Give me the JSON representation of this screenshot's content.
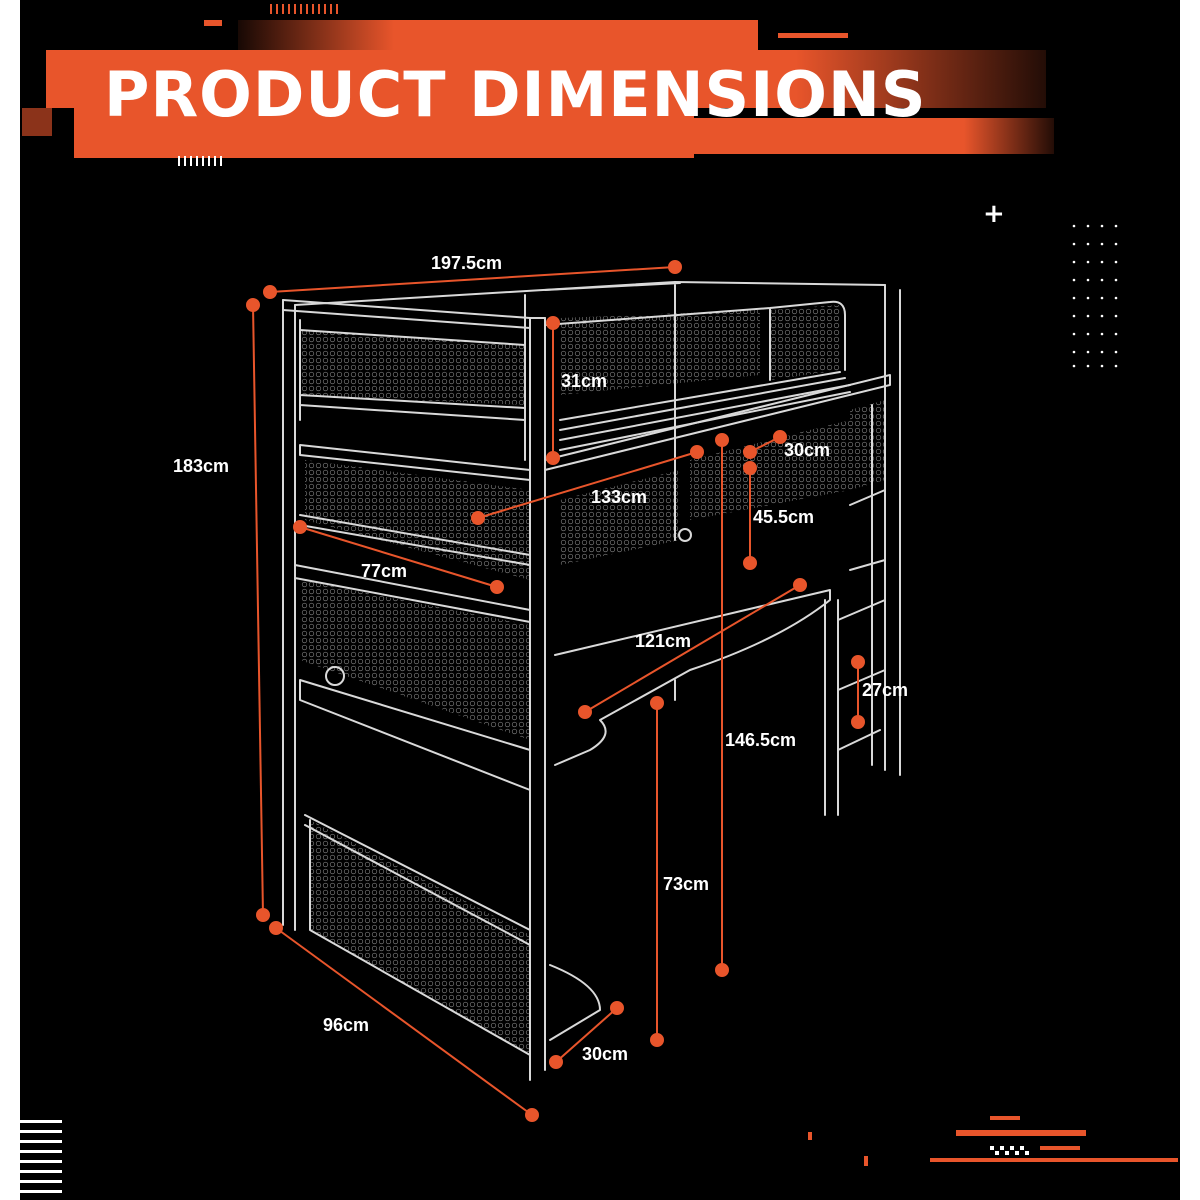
{
  "title": "PRODUCT DIMENSIONS",
  "colors": {
    "accent": "#e8552b",
    "background": "#000000",
    "text": "#ffffff",
    "frame": "#d9d9d9"
  },
  "decor": {
    "plus_icon": "+"
  },
  "dimensions": {
    "length_top": "197.5cm",
    "total_height": "183cm",
    "rail_height": "31cm",
    "shelf_depth_upper": "30cm",
    "shelf_length": "133cm",
    "shelf_height": "45.5cm",
    "shelf_width": "77cm",
    "desk_length": "121cm",
    "ladder_step": "27cm",
    "underbed_height": "146.5cm",
    "desk_height": "73cm",
    "depth_bottom": "96cm",
    "desk_extension": "30cm"
  }
}
